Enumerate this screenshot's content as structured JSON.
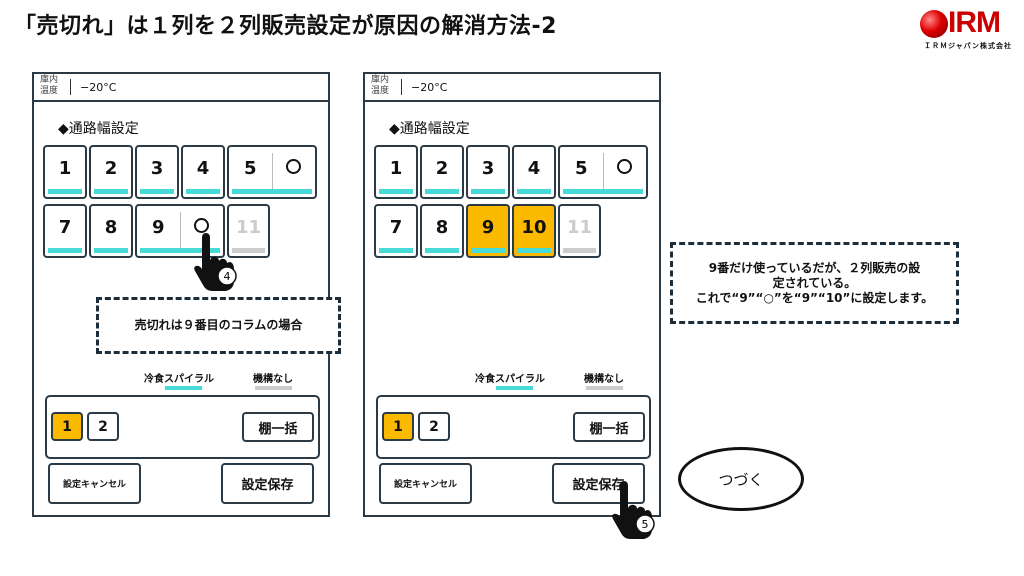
{
  "title": "「売切れ」は１列を２列販売設定が原因の解消方法-2",
  "logo": {
    "text": "IRM",
    "sub": "ＩＲＭジャパン株式会社"
  },
  "panels": [
    {
      "header_label": "庫内\n温度",
      "temp": "−20°C",
      "section": "◆通路幅設定",
      "row1": [
        "1",
        "2",
        "3",
        "4",
        "5"
      ],
      "row2": [
        "7",
        "8",
        "9"
      ],
      "disabled": "11",
      "circle": "○",
      "mode1": "冷食スパイラル",
      "mode2": "機構なし",
      "tab1": "1",
      "tab2": "2",
      "bulk": "棚一括",
      "cancel": "設定キャンセル",
      "save": "設定保存",
      "callout": "売切れは９番目のコラムの場合",
      "step": "4"
    },
    {
      "header_label": "庫内\n温度",
      "temp": "−20°C",
      "section": "◆通路幅設定",
      "row1": [
        "1",
        "2",
        "3",
        "4",
        "5"
      ],
      "row2": [
        "7",
        "8",
        "9",
        "10"
      ],
      "disabled": "11",
      "circle": "○",
      "mode1": "冷食スパイラル",
      "mode2": "機構なし",
      "tab1": "1",
      "tab2": "2",
      "bulk": "棚一括",
      "cancel": "設定キャンセル",
      "save": "設定保存",
      "step": "5"
    }
  ],
  "note": {
    "line1": "9番だけ使っているだが、２列販売の設",
    "line2": "定されている。",
    "line3": "これで“9”“○”を“9”“10”に設定します。"
  },
  "continue": "つづく"
}
